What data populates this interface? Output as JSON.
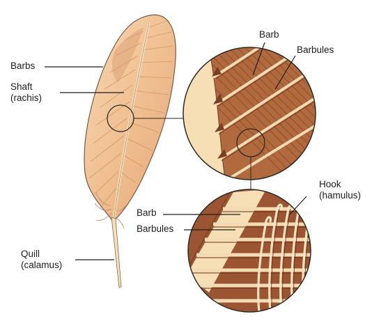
{
  "diagram": {
    "labels": {
      "barbs": "Barbs",
      "shaft": "Shaft",
      "shaft_alt": "(rachis)",
      "quill": "Quill",
      "quill_alt": "(calamus)",
      "barb_top": "Barb",
      "barbules_top": "Barbules",
      "barb_bottom": "Barb",
      "barbules_bottom": "Barbules",
      "hook": "Hook",
      "hook_alt": "(hamulus)"
    },
    "colors": {
      "feather_fill": "#f4c8a0",
      "feather_dark": "#d99a6a",
      "shaft": "#fbe9c4",
      "barb_brown": "#a9623a",
      "barb_dark": "#7a3f22",
      "barb_light": "#f3dcb4",
      "outline": "#3a332c",
      "leader_line": "#1f1d1a"
    }
  }
}
